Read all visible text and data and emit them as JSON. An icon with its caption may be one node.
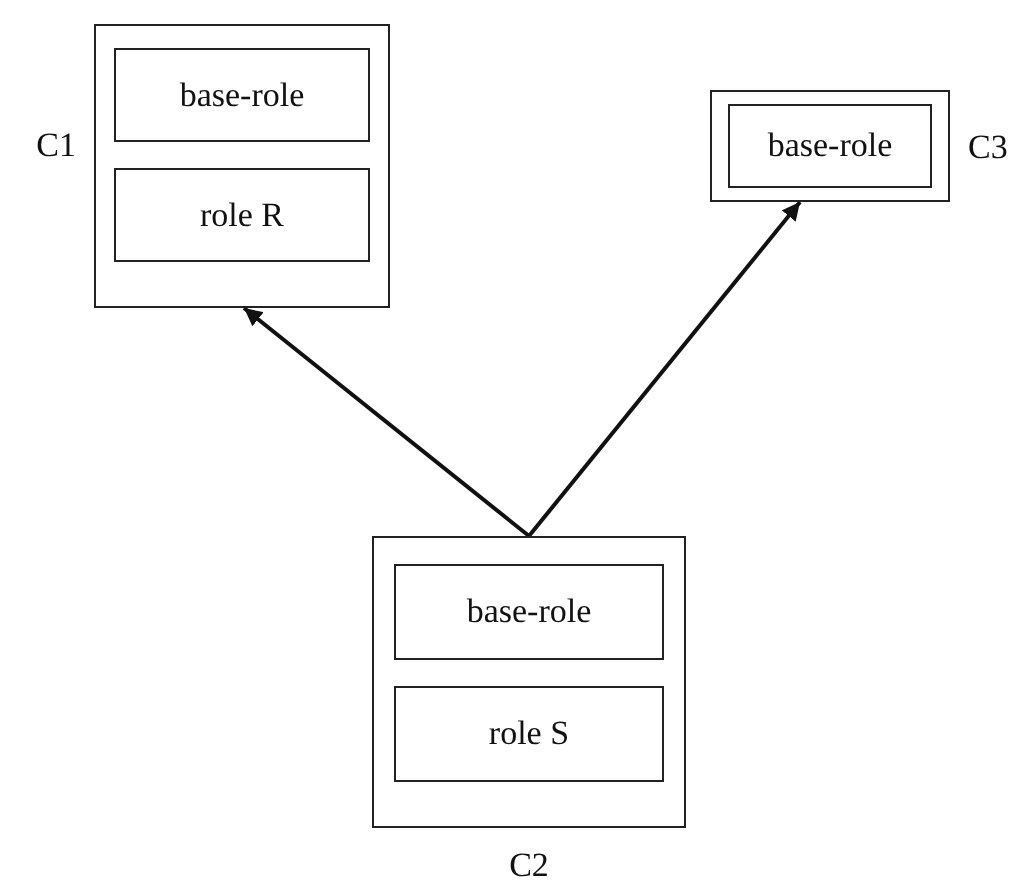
{
  "diagram": {
    "nodes": [
      {
        "text": [
          "C1"
        ]
      },
      {
        "text": [
          "base-role"
        ],
        "in": 0
      },
      {
        "text": [
          "role R"
        ],
        "in": 0
      },
      {
        "text": [
          "C3"
        ]
      },
      {
        "text": [
          "base-role"
        ],
        "in": 3
      },
      {
        "text": [
          "C2"
        ]
      },
      {
        "text": [
          "base-role"
        ],
        "in": 5
      },
      {
        "text": [
          "role S"
        ],
        "in": 5
      }
    ],
    "edges": [
      {
        "from": 5,
        "to": 0,
        "arrow": "to"
      },
      {
        "from": 5,
        "to": 3,
        "arrow": "to"
      }
    ]
  }
}
